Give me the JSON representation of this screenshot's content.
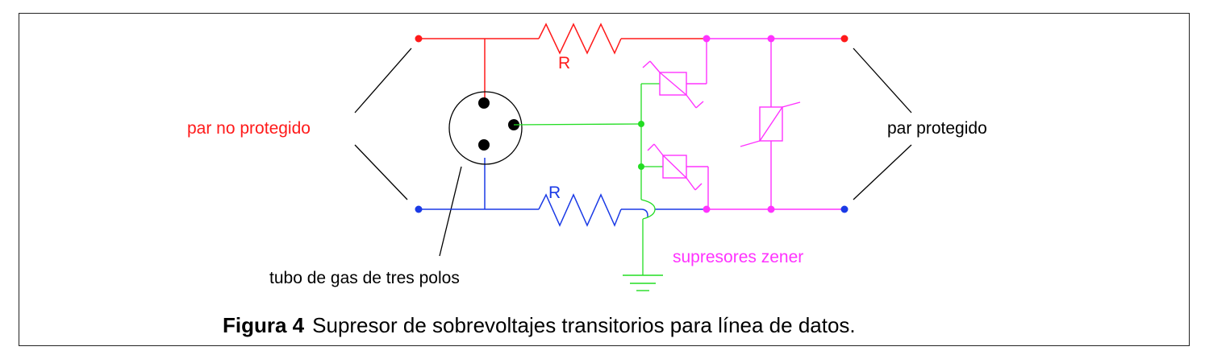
{
  "colors": {
    "unprotected_line": "#ff1a1a",
    "protected_line": "#1a3ae6",
    "ground_green": "#22dd22",
    "zener_magenta": "#ff33ff",
    "black": "#000000"
  },
  "labels": {
    "resistor_top": "R",
    "resistor_bottom": "R",
    "unprotected_pair": "par no protegido",
    "protected_pair": "par protegido",
    "gas_tube": "tubo de gas de tres polos",
    "zener_suppressors": "supresores zener"
  },
  "caption": {
    "prefix": "Figura  4",
    "text": "Supresor de sobrevoltajes transitorios para línea de datos."
  },
  "icons": {
    "gas_tube": "three-pole-gas-tube-icon",
    "zener": "bidirectional-zener-suppressor-icon",
    "ground": "ground-icon",
    "resistor": "resistor-icon"
  }
}
